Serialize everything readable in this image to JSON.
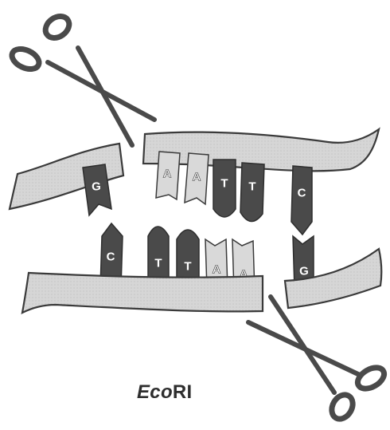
{
  "enzyme": {
    "italic_part": "Eco",
    "plain_part": "RI"
  },
  "bases": {
    "upper_left_fragment": [
      "G"
    ],
    "upper_right_fragment": [
      "A",
      "A",
      "T",
      "T",
      "C"
    ],
    "lower_left_fragment": [
      "C",
      "T",
      "T",
      "A",
      "A"
    ],
    "lower_right_fragment": [
      "G"
    ]
  },
  "icons": [
    "scissors-icon-top-left",
    "scissors-icon-bottom-right"
  ],
  "colors": {
    "backbone_fill": "#d6d6d6",
    "outline": "#3a3a3a",
    "dark_base": "#4a4a4a",
    "light_base": "#d9d9d9",
    "scissors": "#5a5a5a"
  }
}
